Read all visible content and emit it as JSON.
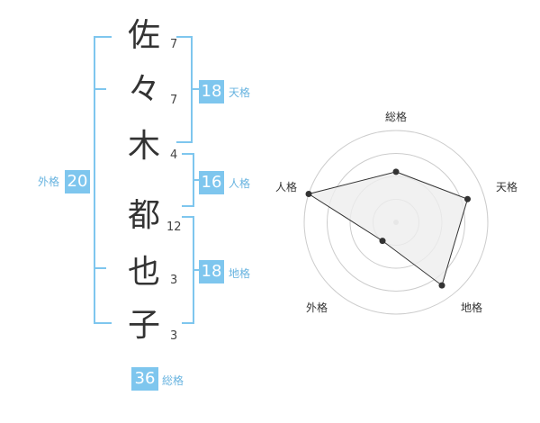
{
  "name": {
    "chars": [
      "佐",
      "々",
      "木",
      "都",
      "也",
      "子"
    ],
    "strokes": [
      "7",
      "7",
      "4",
      "12",
      "3",
      "3"
    ]
  },
  "kaku": {
    "ten": {
      "value": "18",
      "label": "天格"
    },
    "jin": {
      "value": "16",
      "label": "人格"
    },
    "chi": {
      "value": "18",
      "label": "地格"
    },
    "gai": {
      "value": "20",
      "label": "外格"
    },
    "so": {
      "value": "36",
      "label": "総格"
    }
  },
  "chart_data": {
    "type": "radar",
    "axes": [
      "総格",
      "天格",
      "地格",
      "外格",
      "人格"
    ],
    "values": [
      0.55,
      0.82,
      0.85,
      0.25,
      1.0
    ],
    "rings": 4,
    "colors": {
      "fill": "#eeeeee",
      "line": "#333333",
      "ring": "#cccccc",
      "center": "#cccccc"
    }
  }
}
